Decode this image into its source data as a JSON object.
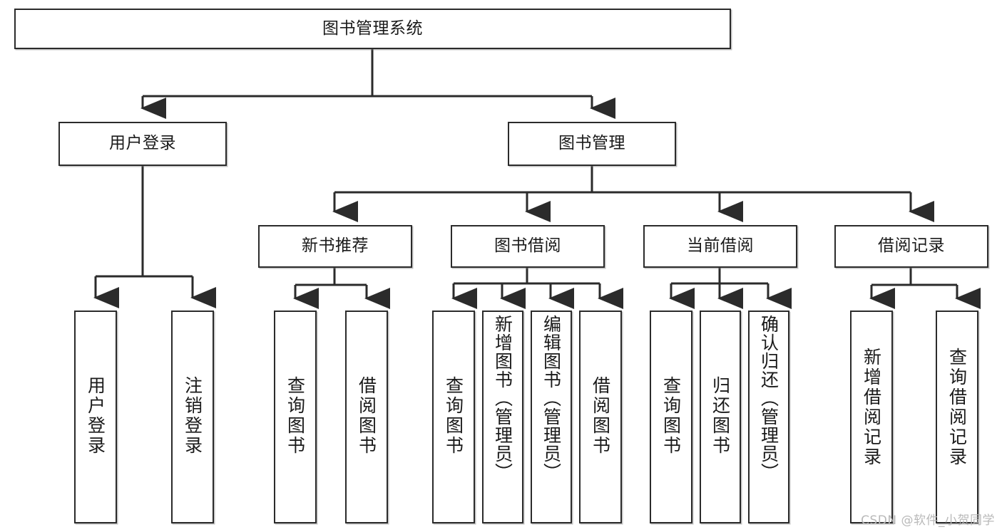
{
  "diagram": {
    "title": "图书管理系统",
    "type": "tree-hierarchy",
    "watermark": "CSDN @软件_小贺同学",
    "stroke_color": "#2b2b2b",
    "fill_color": "#ffffff",
    "text_color": "#1a1a1a"
  },
  "nodes": {
    "root": {
      "label": "图书管理系统"
    },
    "level2": [
      {
        "label": "用户登录"
      },
      {
        "label": "图书管理"
      }
    ],
    "level3": [
      {
        "label": "新书推荐"
      },
      {
        "label": "图书借阅"
      },
      {
        "label": "当前借阅"
      },
      {
        "label": "借阅记录"
      }
    ],
    "leaves": {
      "user_login": [
        {
          "label": "用户登录"
        },
        {
          "label": "注销登录"
        }
      ],
      "new_book": [
        {
          "label": "查询图书"
        },
        {
          "label": "借阅图书"
        }
      ],
      "book_borrow": [
        {
          "label": "查询图书"
        },
        {
          "label": "新增图书（管理员）"
        },
        {
          "label": "编辑图书（管理员）"
        },
        {
          "label": "借阅图书"
        }
      ],
      "current_borrow": [
        {
          "label": "查询图书"
        },
        {
          "label": "归还图书"
        },
        {
          "label": "确认归还（管理员）"
        }
      ],
      "borrow_record": [
        {
          "label": "新增借阅记录"
        },
        {
          "label": "查询借阅记录"
        }
      ]
    }
  }
}
